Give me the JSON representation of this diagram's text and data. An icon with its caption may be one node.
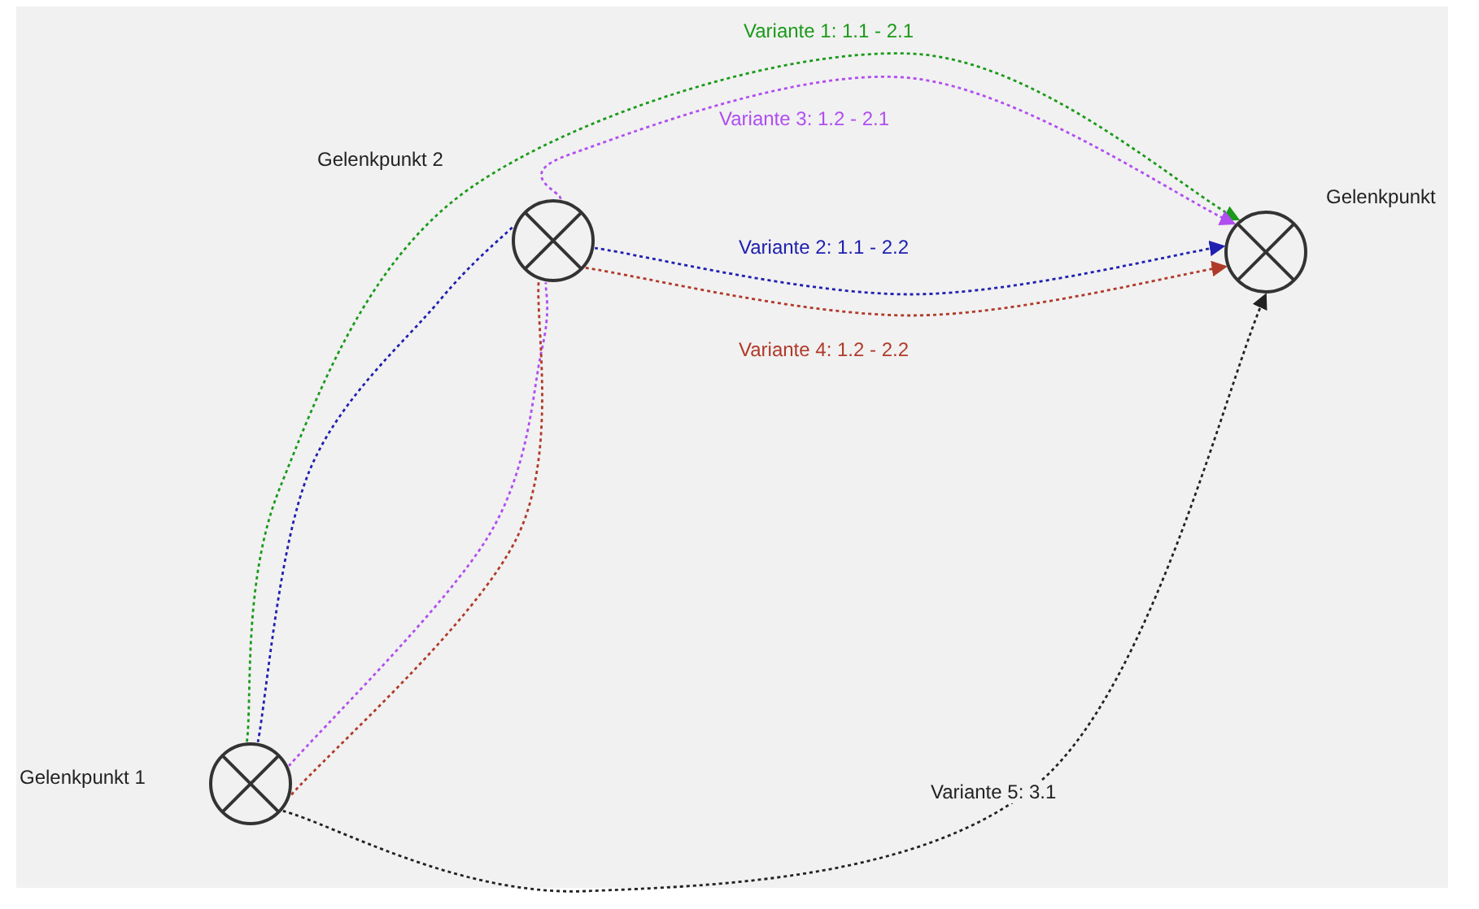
{
  "diagram": {
    "nodes": [
      {
        "text": [
          "Gelenkpunkt 2"
        ]
      },
      {
        "text": [
          "Gelenkpunkt"
        ]
      },
      {
        "text": [
          "Gelenkpunkt 1"
        ]
      }
    ],
    "edges": [
      {
        "from": 2,
        "to": 1,
        "arrow": "to",
        "label": "Variante 1: 1.1 - 2.1",
        "style": "dashed",
        "color": "#1a9a1a"
      },
      {
        "from": 2,
        "to": 0,
        "arrow": "none",
        "style": "dashed",
        "color": "#b04ef0"
      },
      {
        "from": 0,
        "to": 1,
        "arrow": "to",
        "label": "Variante 3: 1.2 - 2.1",
        "style": "dashed",
        "color": "#b04ef0"
      },
      {
        "from": 2,
        "to": 0,
        "arrow": "none",
        "style": "dashed",
        "color": "#2020b0"
      },
      {
        "from": 0,
        "to": 1,
        "arrow": "to",
        "label": "Variante 2: 1.1 - 2.2",
        "style": "dashed",
        "color": "#2020b0"
      },
      {
        "from": 2,
        "to": 0,
        "arrow": "none",
        "style": "dashed",
        "color": "#b03a2a"
      },
      {
        "from": 0,
        "to": 1,
        "arrow": "to",
        "label": "Variante 4: 1.2 - 2.2",
        "style": "dashed",
        "color": "#b03a2a"
      },
      {
        "from": 2,
        "to": 1,
        "arrow": "to",
        "label": "Variante 5: 3.1",
        "style": "dashed",
        "color": "#222222"
      }
    ]
  }
}
